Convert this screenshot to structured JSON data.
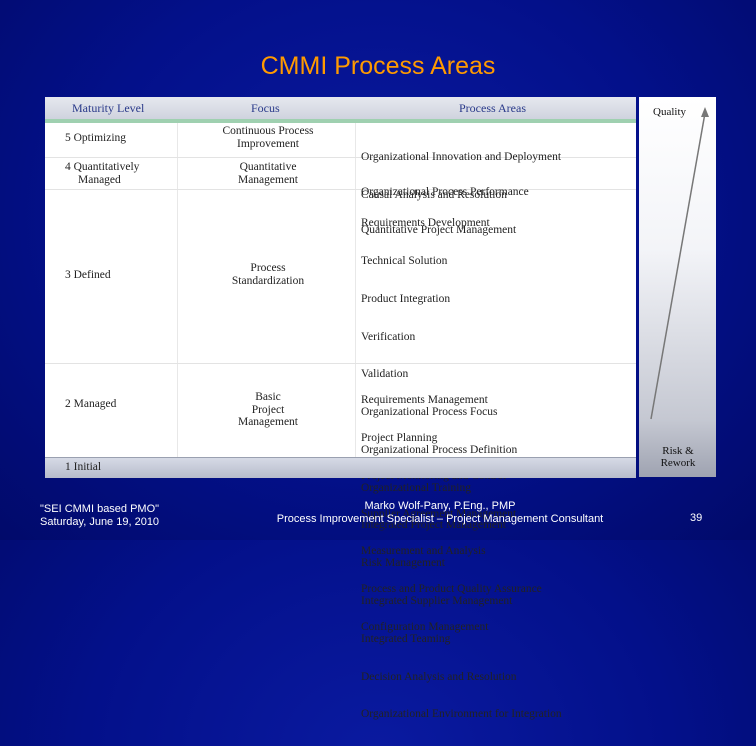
{
  "slide": {
    "title": "CMMI Process Areas"
  },
  "table": {
    "headers": {
      "maturity": "Maturity Level",
      "focus": "Focus",
      "process_areas": "Process Areas"
    },
    "rows": [
      {
        "level": "5  Optimizing",
        "focus": [
          "Continuous Process",
          "Improvement"
        ],
        "areas": [
          "Organizational Innovation and Deployment",
          "Causal Analysis and Resolution"
        ]
      },
      {
        "level": [
          "4  Quantitatively",
          "Managed"
        ],
        "focus": [
          "Quantitative",
          "Management"
        ],
        "areas": [
          "Organizational Process Performance",
          "Quantitative Project Management"
        ]
      },
      {
        "level": "3  Defined",
        "focus": [
          "Process",
          "Standardization"
        ],
        "areas": [
          "Requirements Development",
          "Technical Solution",
          "Product Integration",
          "Verification",
          "Validation",
          "Organizational Process Focus",
          "Organizational Process Definition",
          "Organizational Training",
          "Integrated Project Management",
          "Risk Management",
          "Integrated Supplier Management",
          "Integrated Teaming",
          "Decision Analysis and Resolution",
          "Organizational Environment for Integration"
        ]
      },
      {
        "level": "2  Managed",
        "focus": [
          "Basic",
          "Project",
          "Management"
        ],
        "areas": [
          "Requirements Management",
          "Project Planning",
          "Project Monitoring and Control",
          "Supplier Agreement Management",
          "Measurement and Analysis",
          "Process and Product Quality Assurance",
          "Configuration Management"
        ]
      },
      {
        "level": "1  Initial",
        "focus": [],
        "areas": []
      }
    ]
  },
  "side": {
    "top_label": "Quality",
    "bottom_label": [
      "Risk &",
      "Rework"
    ]
  },
  "footer": {
    "left_line1": "\"SEI CMMI based PMO\"",
    "left_line2": "Saturday, June 19, 2010",
    "center_line1": "Marko Wolf-Pany, P.Eng., PMP",
    "center_line2": "Process Improvement Specialist – Project Management Consultant",
    "page": "39"
  }
}
